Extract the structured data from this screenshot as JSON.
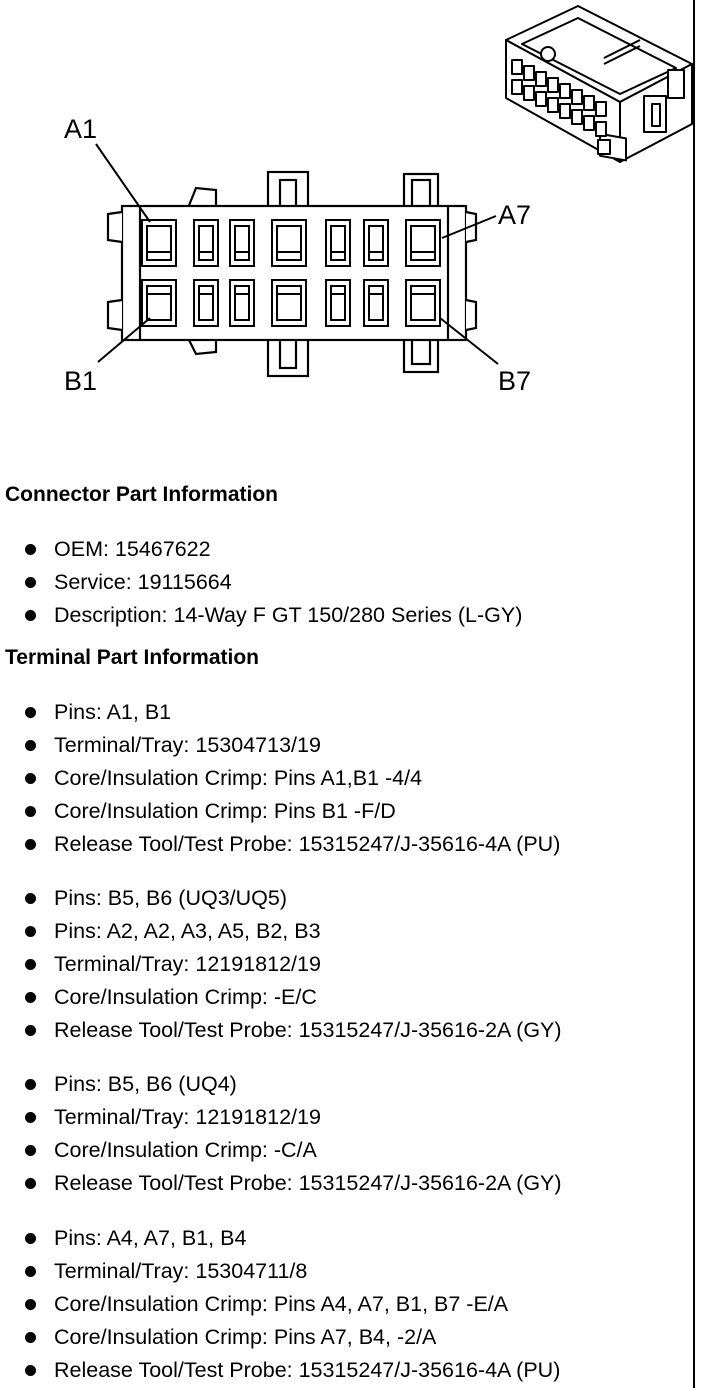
{
  "diagram": {
    "pin_labels": {
      "a1": "A1",
      "a7": "A7",
      "b1": "B1",
      "b7": "B7"
    }
  },
  "connector_info": {
    "heading": "Connector Part Information",
    "items": [
      "OEM: 15467622",
      "Service: 19115664",
      "Description: 14-Way F GT 150/280 Series (L-GY)"
    ]
  },
  "terminal_info": {
    "heading": "Terminal Part Information",
    "groups": [
      {
        "items": [
          "Pins: A1, B1",
          "Terminal/Tray: 15304713/19",
          "Core/Insulation Crimp: Pins A1,B1 -4/4",
          "Core/Insulation Crimp: Pins B1 -F/D",
          "Release Tool/Test Probe: 15315247/J-35616-4A (PU)"
        ]
      },
      {
        "items": [
          "Pins: B5, B6 (UQ3/UQ5)",
          "Pins: A2, A2, A3, A5, B2, B3",
          "Terminal/Tray: 12191812/19",
          "Core/Insulation Crimp: -E/C",
          "Release Tool/Test Probe: 15315247/J-35616-2A (GY)"
        ]
      },
      {
        "items": [
          "Pins: B5, B6 (UQ4)",
          "Terminal/Tray: 12191812/19",
          "Core/Insulation Crimp: -C/A",
          "Release Tool/Test Probe: 15315247/J-35616-2A (GY)"
        ]
      },
      {
        "items": [
          "Pins: A4, A7, B1, B4",
          "Terminal/Tray: 15304711/8",
          "Core/Insulation Crimp: Pins A4, A7, B1, B7 -E/A",
          "Core/Insulation Crimp: Pins A7, B4, -2/A",
          "Release Tool/Test Probe: 15315247/J-35616-4A (PU)"
        ]
      }
    ]
  }
}
